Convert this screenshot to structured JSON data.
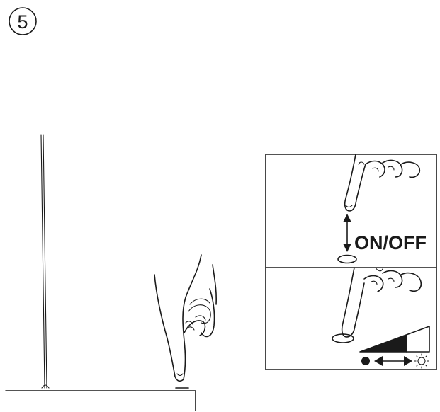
{
  "step": {
    "number": "5"
  },
  "inset": {
    "top_panel": {
      "label": "ON/OFF",
      "gesture": "press-and-release"
    },
    "bottom_panel": {
      "gesture": "press-and-hold",
      "brightness_indicator": "dim-to-bright"
    }
  },
  "icons": [
    "step-number-circle",
    "lamp-pole-icon",
    "lamp-base-icon",
    "touch-button-icon",
    "finger-press-icon",
    "double-arrow-vertical-icon",
    "brightness-ramp-icon",
    "dark-moon-icon",
    "double-arrow-horizontal-icon",
    "sun-icon"
  ],
  "colors": {
    "ink": "#1a1a1a",
    "background": "#ffffff"
  }
}
